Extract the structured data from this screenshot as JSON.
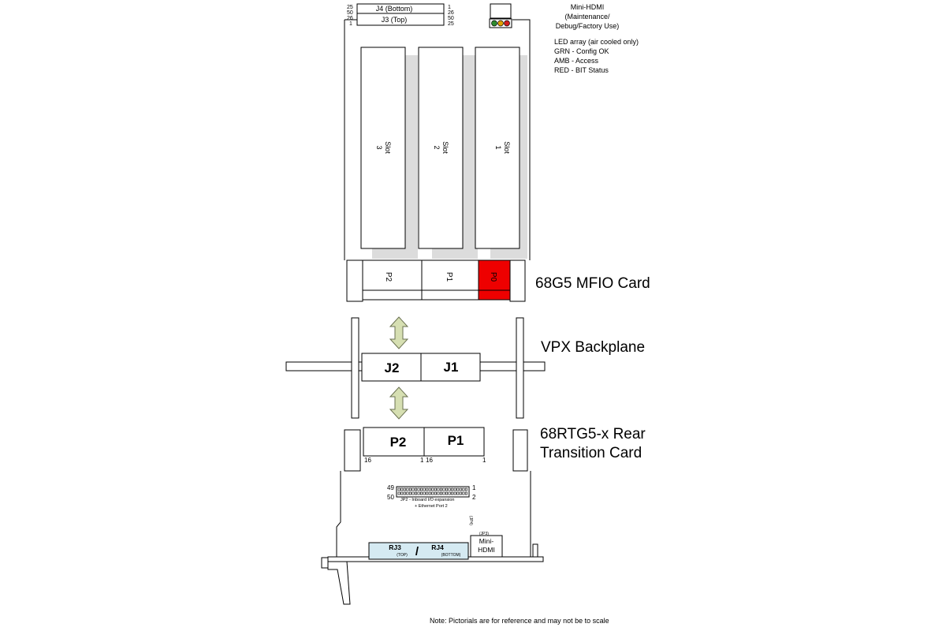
{
  "mfio": {
    "card_label": "68G5 MFIO Card",
    "j4_label": "J4 (Bottom)",
    "j3_label": "J3 (Top)",
    "j4_pin_l": "25",
    "j4_pin_r": "1",
    "j4_pin_l2": "50",
    "j4_pin_r2": "26",
    "j3_pin_l": "26",
    "j3_pin_r": "50",
    "j3_pin_l2": "1",
    "j3_pin_r2": "25",
    "hdmi_lines": [
      "Mini-HDMI",
      "(Maintenance/",
      "Debug/Factory Use)"
    ],
    "led_lines": [
      "LED array (air cooled only)",
      "GRN - Config OK",
      "AMB - Access",
      "RED - BIT Status"
    ],
    "led_colors": [
      "#2e8b2e",
      "#e0a000",
      "#d42020"
    ],
    "slots": [
      {
        "line1": "Slot",
        "line2": "3"
      },
      {
        "line1": "Slot",
        "line2": "2"
      },
      {
        "line1": "Slot",
        "line2": "1"
      }
    ],
    "connectors": [
      "P2",
      "P1",
      "P0"
    ],
    "highlight_color": "#ee0000"
  },
  "backplane": {
    "label": "VPX Backplane",
    "connectors": [
      "J2",
      "J1"
    ],
    "arrow_color": "#d6dfb2"
  },
  "rtm": {
    "label_line1": "68RTG5-x Rear",
    "label_line2": "Transition Card",
    "connectors": [
      "P2",
      "P1"
    ],
    "pin_p2_left": "16",
    "pin_p2_right": "1",
    "pin_p1_left": "16",
    "pin_p1_right": "1",
    "jp2_pin_tl": "49",
    "jp2_pin_bl": "50",
    "jp2_pin_tr": "1",
    "jp2_pin_br": "2",
    "jp2_caption": "JP2 - Inboard I/O expansion",
    "jp2_caption2": "+ Ethernet Port 2",
    "rj3": "RJ3",
    "rj3_sub": "(TOP)",
    "rj_sep": "/",
    "rj4": "RJ4",
    "rj4_sub": "(BOTTOM)",
    "rj_color": "#d5eaf2",
    "jp3": "(JP3)",
    "jp4": "(JP4)",
    "hdmi_line1": "Mini-",
    "hdmi_line2": "HDMI"
  },
  "note": "Note: Pictorials are for reference and may not be to scale"
}
